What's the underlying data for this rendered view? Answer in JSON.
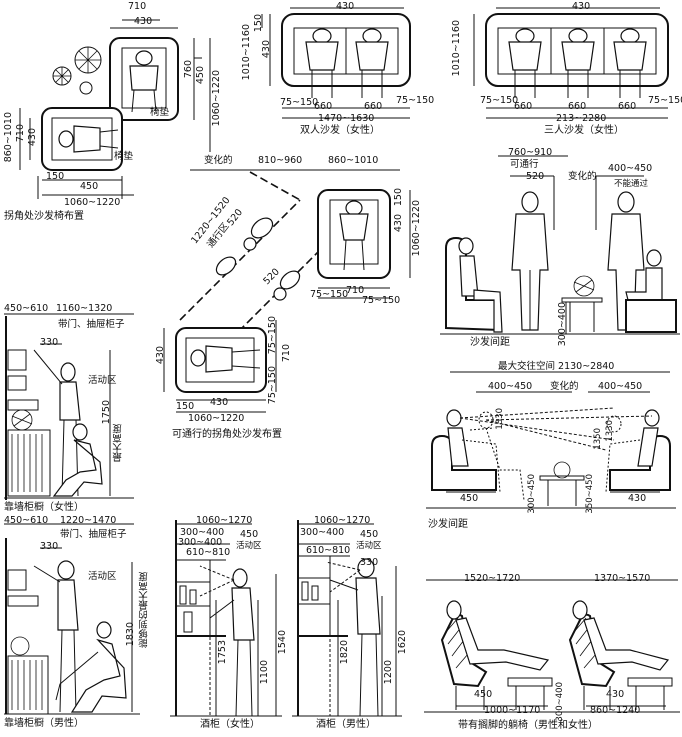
{
  "panels": {
    "corner": {
      "caption": "拐角处沙发椅布置",
      "labels": [
        "710",
        "430",
        "760",
        "450",
        "1060~1220",
        "椅垫",
        "860~1010",
        "710",
        "430",
        "椅垫",
        "150",
        "450",
        "1060~1220"
      ]
    },
    "double": {
      "caption": "双人沙发（女性）",
      "labels": [
        "430",
        "150",
        "430",
        "1010~1160",
        "75~150",
        "660",
        "660",
        "75~150",
        "1470~1630"
      ]
    },
    "triple": {
      "caption": "三人沙发（女性）",
      "labels": [
        "430",
        "1010~1160",
        "75~150",
        "660",
        "660",
        "660",
        "75~150",
        "213~2280"
      ]
    },
    "passable": {
      "caption": "可通行的拐角处沙发布置",
      "labels": [
        "变化的",
        "810~960",
        "860~1010",
        "1220~1520",
        "通行区",
        "520",
        "520",
        "150",
        "430",
        "1060~1220",
        "75~150",
        "710",
        "75~150",
        "430",
        "150",
        "430",
        "1060~1220",
        "75~150",
        "710",
        "75~150"
      ]
    },
    "spacing1": {
      "caption": "沙发间距",
      "labels": [
        "760~910",
        "可通行",
        "520",
        "变化的",
        "400~450",
        "不能通过",
        "300~400"
      ]
    },
    "spacing2": {
      "caption": "沙发间距",
      "labels": [
        "最大交往空间 2130~2840",
        "400~450",
        "变化的",
        "400~450",
        "1330",
        "1350",
        "1330",
        "450",
        "300~450",
        "350~450",
        "430"
      ]
    },
    "wall_f": {
      "caption": "靠墙柜橱（女性）",
      "labels": [
        "450~610",
        "1160~1320",
        "带门、抽屉柜子",
        "330",
        "活动区",
        "1750",
        "最大高度"
      ]
    },
    "wall_m": {
      "caption": "靠墙柜橱（男性）",
      "labels": [
        "450~610",
        "1220~1470",
        "带门、抽屉柜子",
        "330",
        "活动区",
        "1830",
        "能够到的最大高度"
      ]
    },
    "bar_f": {
      "caption": "酒柜（女性）",
      "labels": [
        "1060~1270",
        "300~400",
        "450",
        "300~400",
        "610~810",
        "活动区",
        "1753",
        "1100",
        "1540"
      ]
    },
    "bar_m": {
      "caption": "酒柜（男性）",
      "labels": [
        "1060~1270",
        "300~400",
        "450",
        "610~810",
        "活动区",
        "330",
        "1820",
        "1200",
        "1620"
      ]
    },
    "recliner": {
      "caption": "带有搁脚的躺椅（男性和女性）",
      "labels": [
        "1520~1720",
        "1370~1570",
        "450",
        "1000~1170",
        "300~400",
        "430",
        "860~1240"
      ]
    }
  }
}
